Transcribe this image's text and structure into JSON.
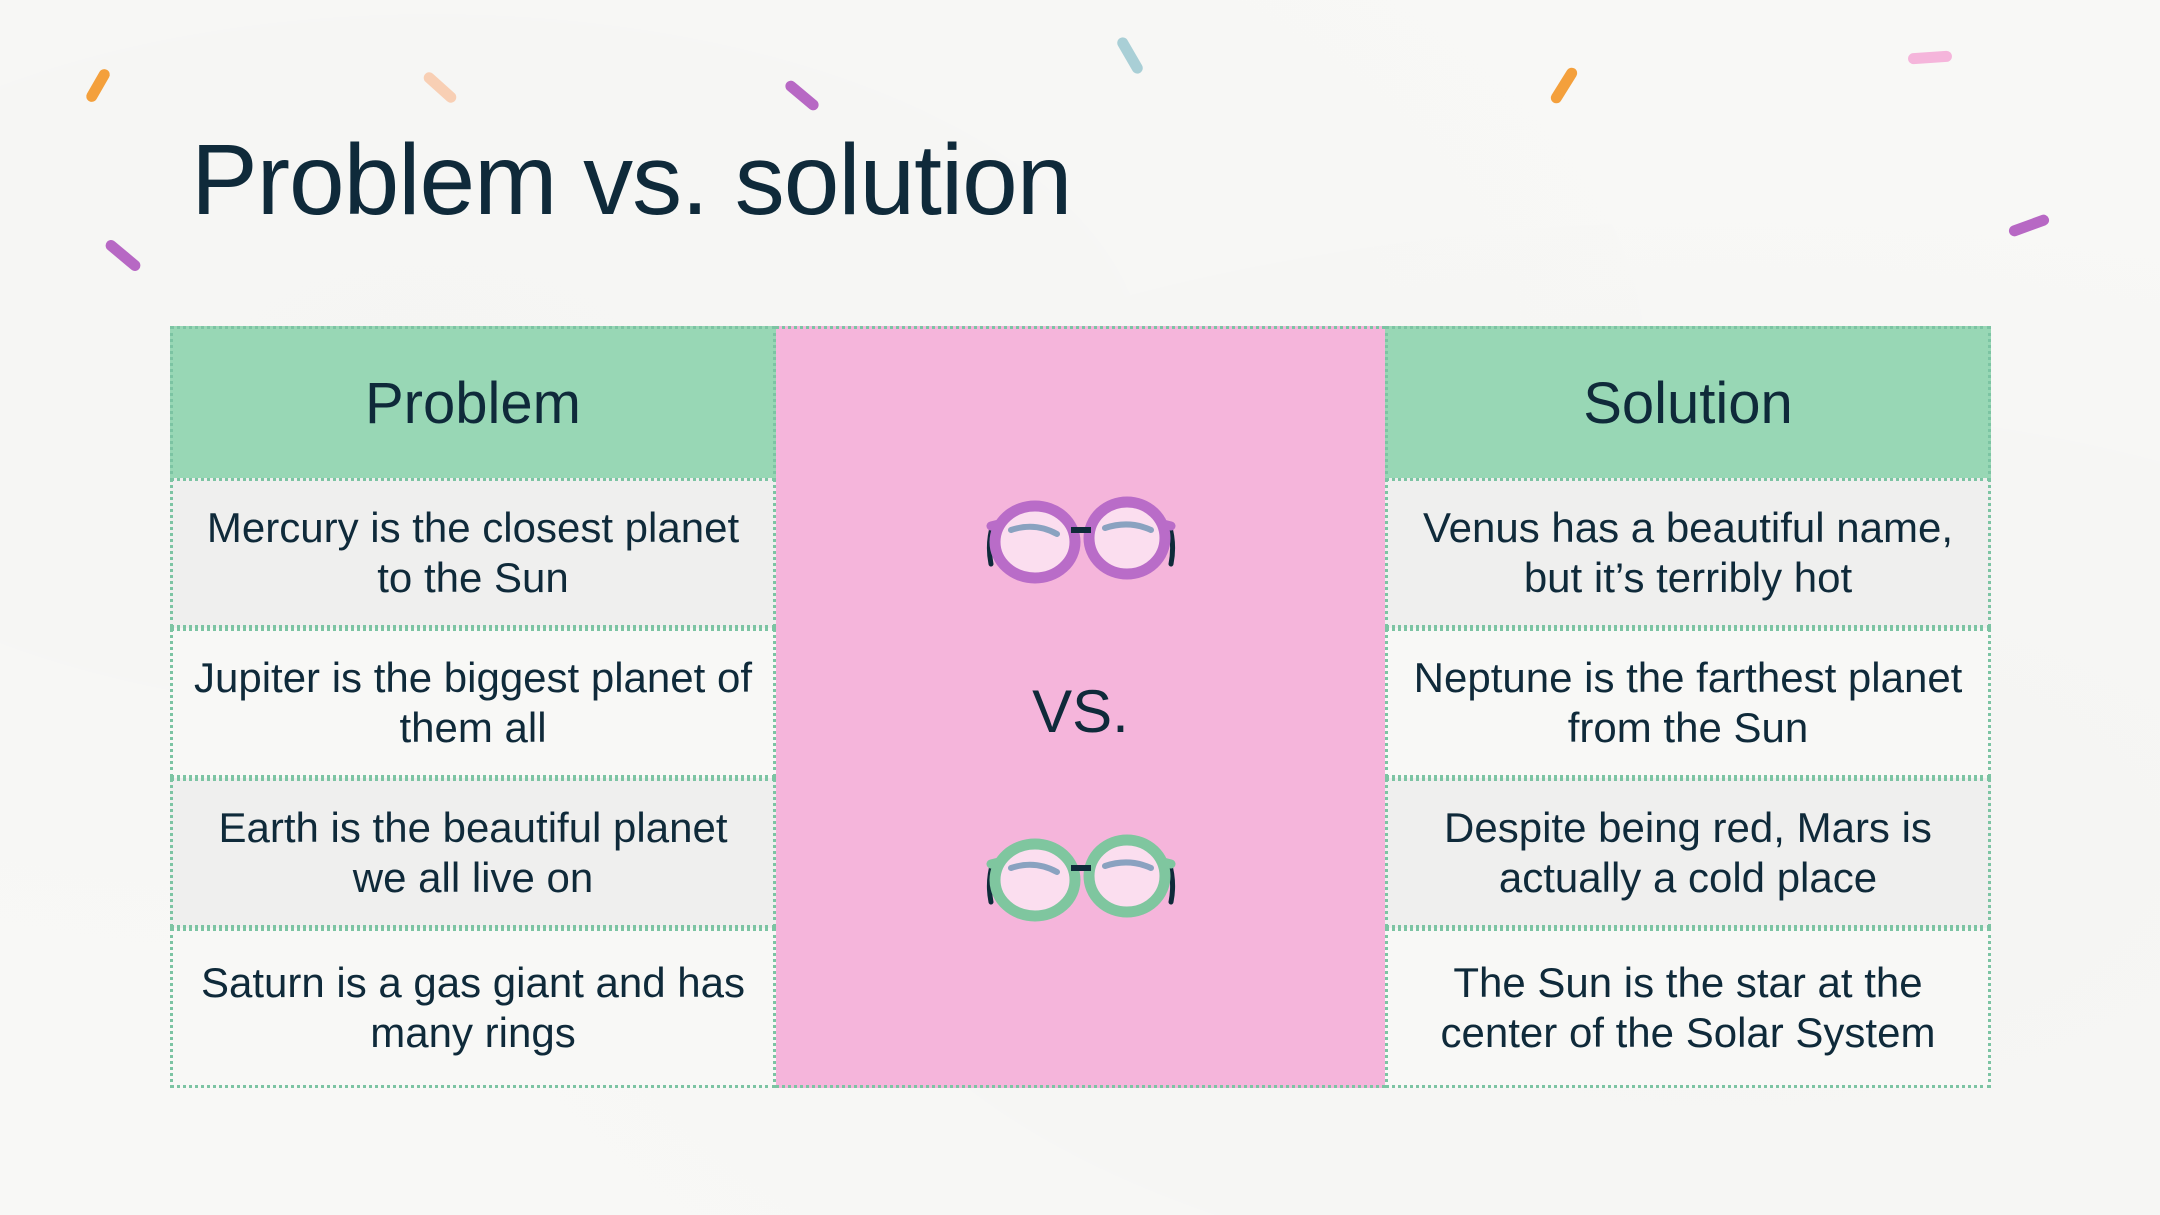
{
  "slide": {
    "title": "Problem vs. solution",
    "vs_label": "VS.",
    "problem": {
      "header": "Problem",
      "rows": [
        "Mercury is the closest planet to the Sun",
        "Jupiter is the biggest planet of them all",
        "Earth is the beautiful planet we all live on",
        "Saturn is a gas giant and has many rings"
      ]
    },
    "solution": {
      "header": "Solution",
      "rows": [
        "Venus has a beautiful name, but it’s terribly hot",
        "Neptune is the farthest planet from the Sun",
        "Despite being red, Mars is actually a cold place",
        "The Sun is the star at the center of the Solar System"
      ]
    },
    "icons": [
      "purple-glasses-icon",
      "green-glasses-icon"
    ],
    "colors": {
      "title_text": "#0f2a3a",
      "header_green": "#98d7b5",
      "middle_pink": "#f5b5db",
      "row_shade": "#efefee",
      "dotted_border": "#7cc4a3",
      "glasses_purple": "#b96cc8",
      "glasses_green": "#7fc69f"
    }
  }
}
